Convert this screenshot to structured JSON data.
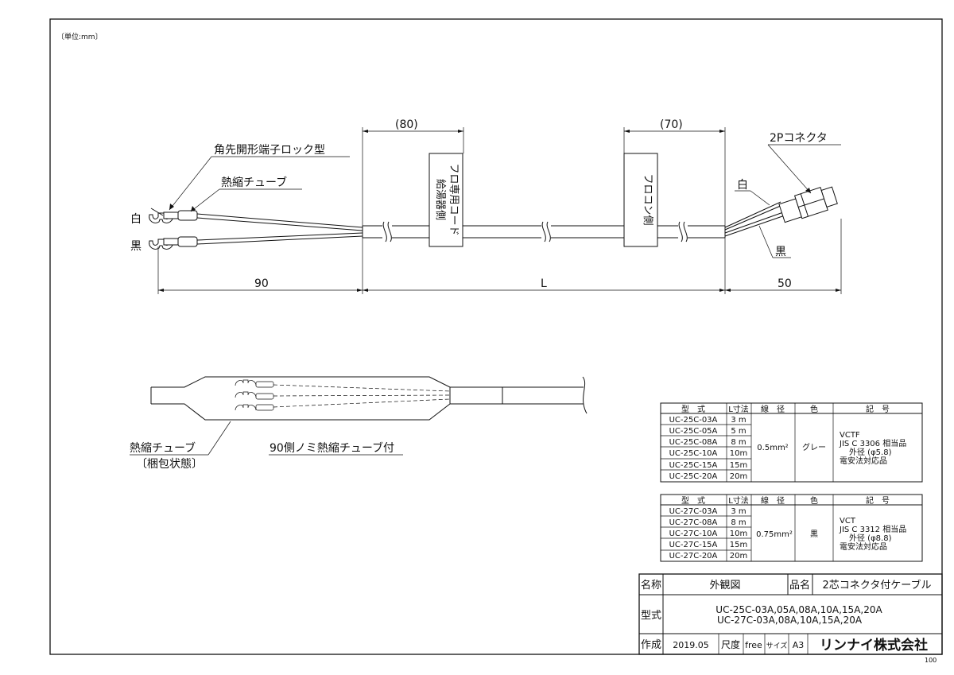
{
  "unit_note": "〔単位:mm〕",
  "page_number": "100",
  "drawing": {
    "dim_80": "(80)",
    "dim_70": "(70)",
    "dim_90": "90",
    "dim_L": "L",
    "dim_50": "50",
    "label_terminal": "角先開形端子ロック型",
    "label_heat_tube": "熱縮チューブ",
    "label_connector": "2Pコネクタ",
    "label_white_left": "白",
    "label_black_left": "黒",
    "label_white_right": "白",
    "label_black_right": "黒",
    "tag1_line1": "フロ専用コード",
    "tag1_line2": "給湯器側",
    "tag2": "フロコン側",
    "pack_label1": "熱縮チューブ",
    "pack_label2": "〔梱包状態〕",
    "pack_note": "90側ノミ熱縮チューブ付"
  },
  "table1": {
    "headers": [
      "型　式",
      "L寸法",
      "線　径",
      "色",
      "記　号"
    ],
    "rows": [
      [
        "UC-25C-03A",
        "3 m"
      ],
      [
        "UC-25C-05A",
        "5 m"
      ],
      [
        "UC-25C-08A",
        "8 m"
      ],
      [
        "UC-25C-10A",
        "10m"
      ],
      [
        "UC-25C-15A",
        "15m"
      ],
      [
        "UC-25C-20A",
        "20m"
      ]
    ],
    "wire": "0.5mm²",
    "color": "グレー",
    "symbol": [
      "VCTF",
      "JIS C 3306 相当品",
      "外径 (φ5.8)",
      "電安法対応品"
    ]
  },
  "table2": {
    "headers": [
      "型　式",
      "L寸法",
      "線　径",
      "色",
      "記　号"
    ],
    "rows": [
      [
        "UC-27C-03A",
        "3 m"
      ],
      [
        "UC-27C-08A",
        "8 m"
      ],
      [
        "UC-27C-10A",
        "10m"
      ],
      [
        "UC-27C-15A",
        "15m"
      ],
      [
        "UC-27C-20A",
        "20m"
      ]
    ],
    "wire": "0.75mm²",
    "color": "黒",
    "symbol": [
      "VCT",
      "JIS C 3312 相当品",
      "外径 (φ8.8)",
      "電安法対応品"
    ]
  },
  "title_block": {
    "name_label": "名称",
    "name_value": "外観図",
    "product_label": "品名",
    "product_value": "2芯コネクタ付ケーブル",
    "model_label": "型式",
    "model_line1": "UC-25C-03A,05A,08A,10A,15A,20A",
    "model_line2": "UC-27C-03A,08A,10A,15A,20A",
    "made_label": "作成",
    "made_value": "2019.05",
    "scale_label": "尺度",
    "scale_value": "free",
    "size_label": "サイズ",
    "size_value": "A3",
    "company": "リンナイ株式会社"
  }
}
